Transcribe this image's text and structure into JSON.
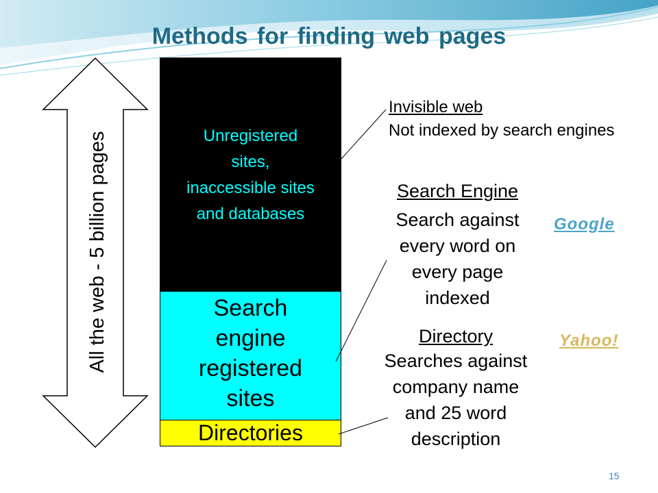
{
  "slide": {
    "title": "Methods for finding web pages",
    "page_number": "15"
  },
  "arrow": {
    "label": "All the web - 5 billion pages"
  },
  "stack": {
    "unregistered": [
      "Unregistered",
      "sites,",
      "inaccessible sites",
      "and databases"
    ],
    "search_engine": [
      "Search",
      "engine",
      "registered",
      "sites"
    ],
    "directories": "Directories"
  },
  "annotations": {
    "invisible": {
      "title": "Invisible web",
      "desc": "Not indexed by search engines"
    },
    "search_engine": {
      "title": "Search Engine",
      "desc": [
        "Search against",
        "every word on",
        "every page",
        "indexed"
      ]
    },
    "directory": {
      "title": "Directory",
      "desc": [
        "Searches against",
        "company name",
        "and 25 word",
        "description"
      ]
    }
  },
  "links": {
    "google": "Google",
    "yahoo": "Yahoo!"
  },
  "colors": {
    "title": "#1f6a86",
    "unregistered_bg": "#000000",
    "unregistered_text": "#00ffff",
    "search_engine_bg": "#00ffff",
    "directories_bg": "#ffff00",
    "google_link": "#4aa3c8",
    "yahoo_link": "#d8b75c"
  }
}
